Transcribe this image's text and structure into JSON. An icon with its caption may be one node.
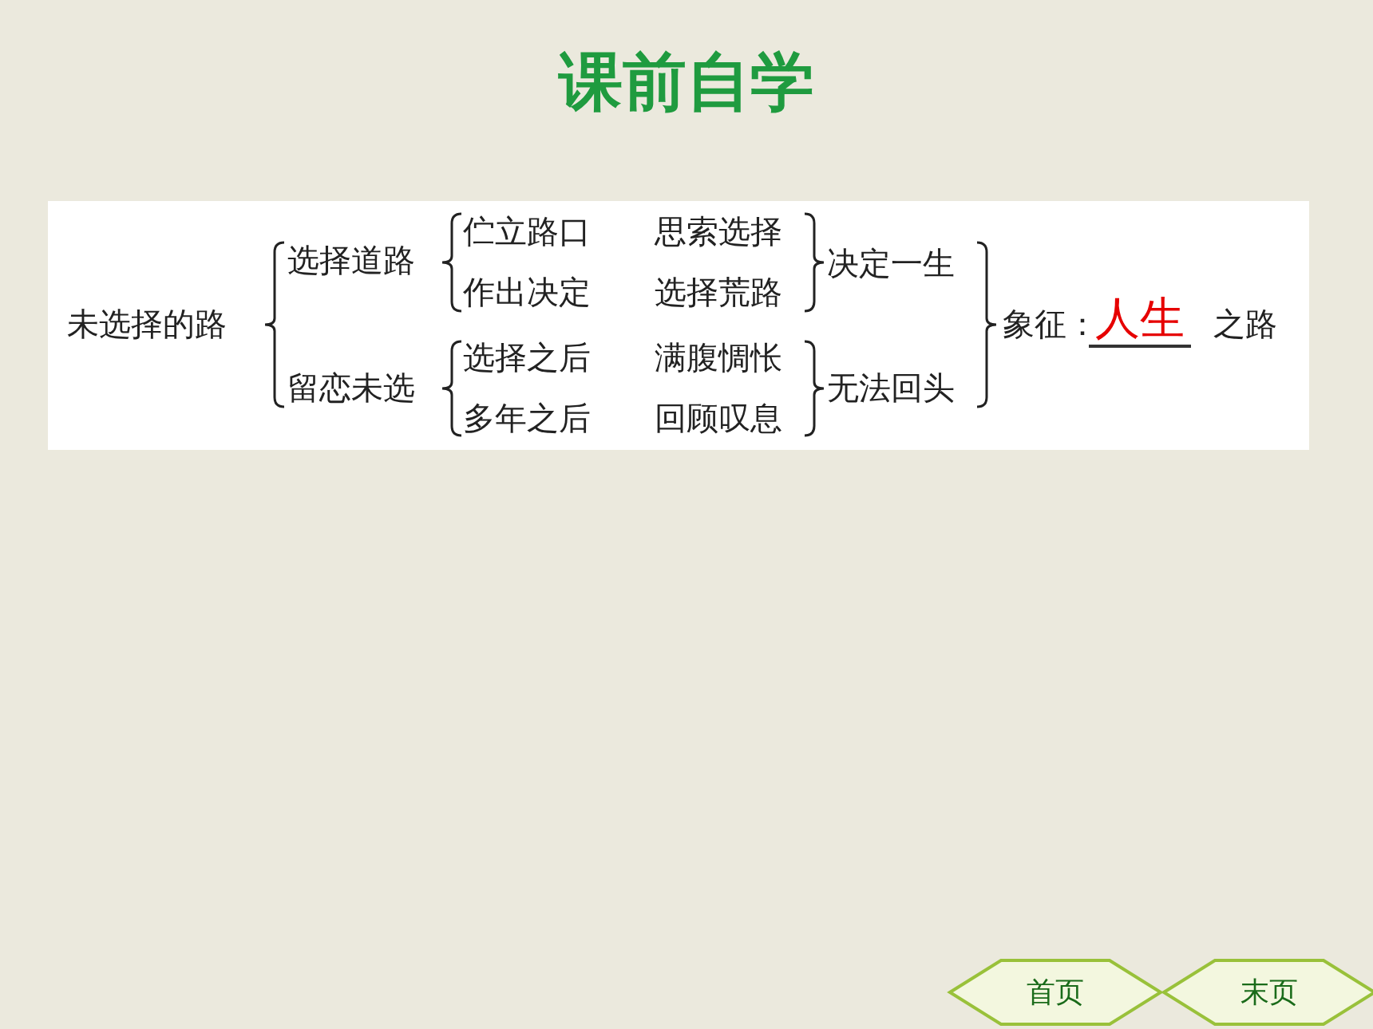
{
  "diagram": {
    "title": "课前自学",
    "labels": [
      "未选择的路",
      "选择道路",
      "伫立路口",
      "思索选择",
      "决定一生",
      "作出决定",
      "选择荒路",
      "象征：",
      "人生",
      "之路",
      "留恋未选",
      "选择之后",
      "满腹惆怅",
      "无法回头",
      "多年之后",
      "回顾叹息",
      "首页",
      "末页"
    ]
  }
}
